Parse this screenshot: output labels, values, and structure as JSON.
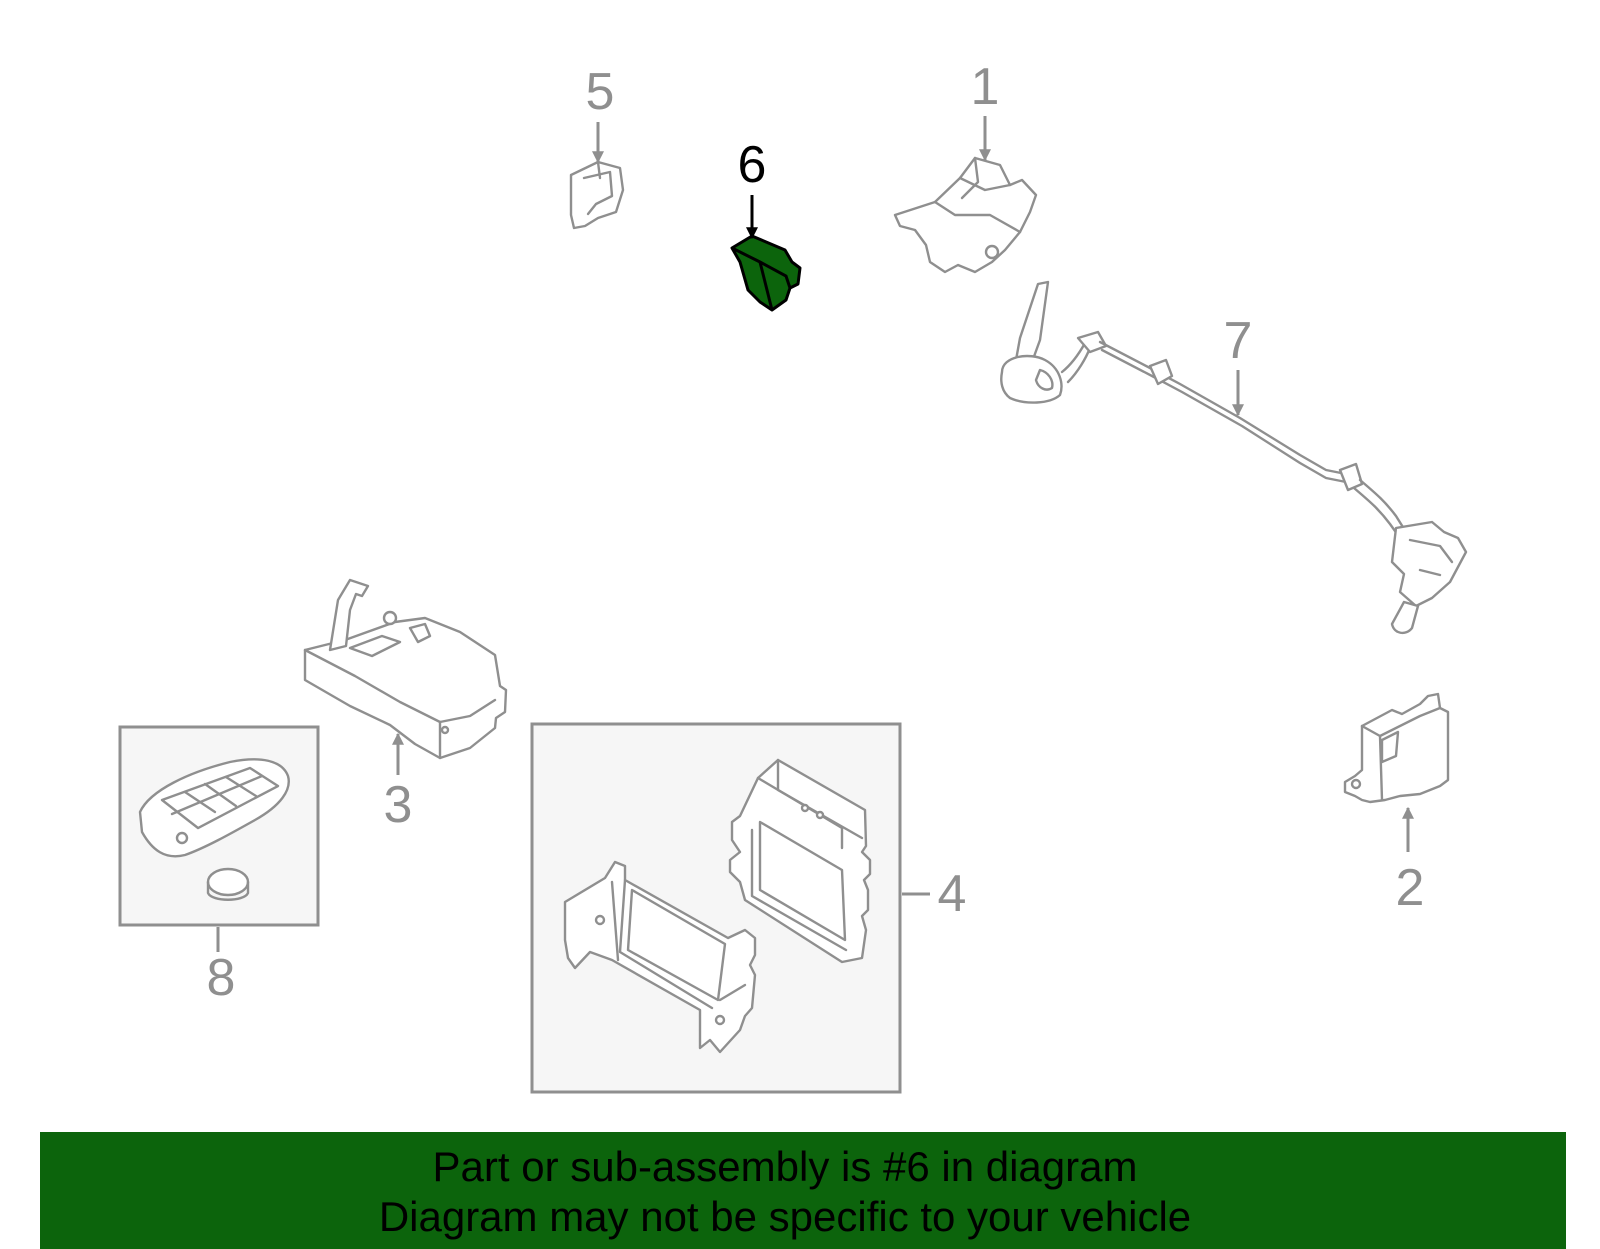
{
  "diagram": {
    "highlight_part": "6",
    "accent_color": "#0c640c",
    "line_color": "#8f8f8f",
    "callouts": {
      "c1": "1",
      "c2": "2",
      "c3": "3",
      "c4": "4",
      "c5": "5",
      "c6": "6",
      "c7": "7",
      "c8": "8"
    }
  },
  "banner": {
    "line1": "Part or sub-assembly is #6 in diagram",
    "line2": "Diagram may not be specific to your vehicle"
  }
}
